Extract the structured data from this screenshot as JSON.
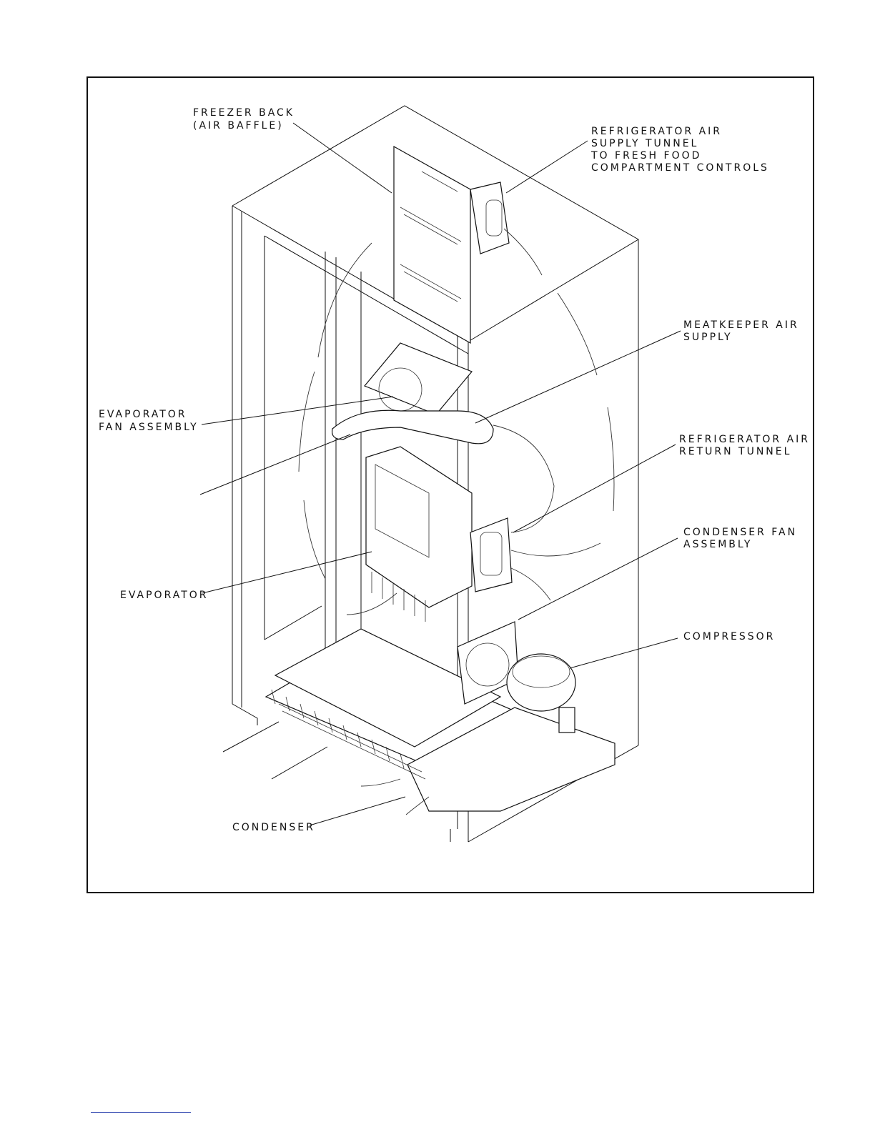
{
  "labels": {
    "freezer_back": [
      "FREEZER BACK",
      "(AIR BAFFLE)"
    ],
    "refrigerator_air_supply": [
      "REFRIGERATOR AIR",
      "SUPPLY TUNNEL",
      "TO FRESH FOOD",
      "COMPARTMENT CONTROLS"
    ],
    "meatkeeper_air_supply": [
      "MEATKEEPER AIR",
      "SUPPLY"
    ],
    "evaporator_fan_assembly": [
      "EVAPORATOR",
      "FAN ASSEMBLY"
    ],
    "refrigerator_air_return": [
      "REFRIGERATOR AIR",
      "RETURN TUNNEL"
    ],
    "condenser_fan_assembly": [
      "CONDENSER FAN",
      "ASSEMBLY"
    ],
    "evaporator": [
      "EVAPORATOR"
    ],
    "compressor": [
      "COMPRESSOR"
    ],
    "condenser": [
      "CONDENSER"
    ]
  },
  "colors": {
    "line": "#111111",
    "footer_rule": "#3a4fb3"
  }
}
